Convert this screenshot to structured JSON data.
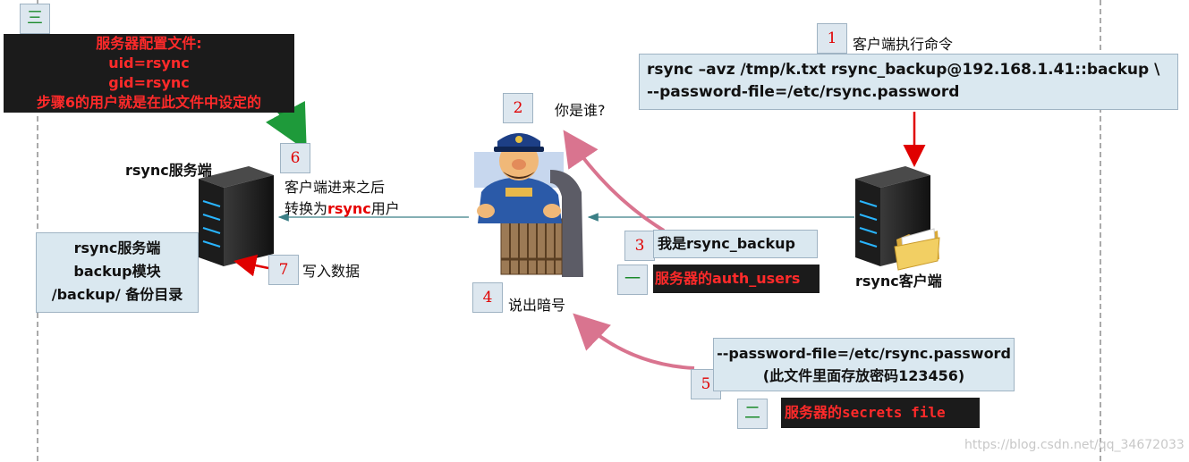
{
  "steps": {
    "s1": "1",
    "s2": "2",
    "s3": "3",
    "s4": "4",
    "s5": "5",
    "s6": "6",
    "s7": "7",
    "g1": "一",
    "g2": "二",
    "g3": "三"
  },
  "config_box": {
    "line1": "服务器配置文件:",
    "line2": "uid=rsync",
    "line3": "gid=rsync",
    "line4": "步骤6的用户就是在此文件中设定的"
  },
  "client_cmd": {
    "label": "客户端执行命令",
    "line1": "rsync  –avz  /tmp/k.txt rsync_backup@192.168.1.41::backup \\",
    "line2": "--password-file=/etc/rsync.password"
  },
  "who": "你是谁?",
  "server_label": "rsync服务端",
  "client_label": "rsync客户端",
  "convert": {
    "line1": "客户端进来之后",
    "line2_prefix": "转换为",
    "line2_user": "rsync",
    "line2_suffix": "用户"
  },
  "module_box": {
    "line1": "rsync服务端",
    "line2": "backup模块",
    "line3": "/backup/  备份目录"
  },
  "write": "写入数据",
  "iam": "我是rsync_backup",
  "auth_users": "服务器的auth_users",
  "say_secret": "说出暗号",
  "pwd_box": {
    "line1": "--password-file=/etc/rsync.password",
    "line2": "(此文件里面存放密码123456)"
  },
  "secrets": "服务器的secrets file",
  "watermark": "https://blog.csdn.net/qq_34672033",
  "colors": {
    "red": "#e60000",
    "green": "#1a8a2a",
    "box_bg": "#dae8f0",
    "dark_bg": "#1b1b1b",
    "pink_arrow": "#d9748f",
    "teal_line": "#3b7f86"
  }
}
